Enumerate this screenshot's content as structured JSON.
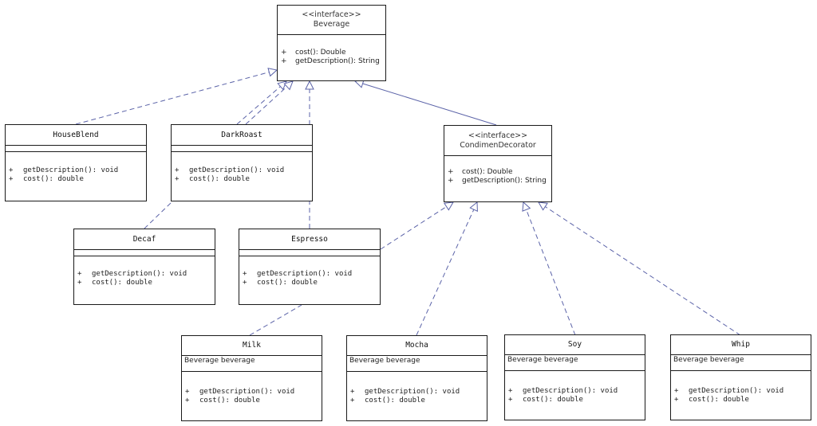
{
  "beverage": {
    "stereotype": "<<interface>>",
    "name": "Beverage",
    "ops": [
      {
        "vis": "+",
        "sig": "cost(): Double"
      },
      {
        "vis": "+",
        "sig": "getDescription(): String"
      }
    ]
  },
  "condimentDecorator": {
    "stereotype": "<<interface>>",
    "name": "CondimenDecorator",
    "ops": [
      {
        "vis": "+",
        "sig": "cost(): Double"
      },
      {
        "vis": "+",
        "sig": "getDescription(): String"
      }
    ]
  },
  "houseBlend": {
    "name": "HouseBlend",
    "ops": [
      {
        "vis": "+",
        "sig": "getDescription(): void"
      },
      {
        "vis": "+",
        "sig": "cost(): double"
      }
    ]
  },
  "darkRoast": {
    "name": "DarkRoast",
    "ops": [
      {
        "vis": "+",
        "sig": "getDescription(): void"
      },
      {
        "vis": "+",
        "sig": "cost(): double"
      }
    ]
  },
  "decaf": {
    "name": "Decaf",
    "ops": [
      {
        "vis": "+",
        "sig": "getDescription(): void"
      },
      {
        "vis": "+",
        "sig": "cost(): double"
      }
    ]
  },
  "espresso": {
    "name": "Espresso",
    "ops": [
      {
        "vis": "+",
        "sig": "getDescription(): void"
      },
      {
        "vis": "+",
        "sig": "cost(): double"
      }
    ]
  },
  "milk": {
    "name": "Milk",
    "attr": "Beverage beverage",
    "ops": [
      {
        "vis": "+",
        "sig": "getDescription(): void"
      },
      {
        "vis": "+",
        "sig": "cost(): double"
      }
    ]
  },
  "mocha": {
    "name": "Mocha",
    "attr": "Beverage beverage",
    "ops": [
      {
        "vis": "+",
        "sig": "getDescription(): void"
      },
      {
        "vis": "+",
        "sig": "cost(): double"
      }
    ]
  },
  "soy": {
    "name": "Soy",
    "attr": "Beverage beverage",
    "ops": [
      {
        "vis": "+",
        "sig": "getDescription(): void"
      },
      {
        "vis": "+",
        "sig": "cost(): double"
      }
    ]
  },
  "whip": {
    "name": "Whip",
    "attr": "Beverage beverage",
    "ops": [
      {
        "vis": "+",
        "sig": "getDescription(): void"
      },
      {
        "vis": "+",
        "sig": "cost(): double"
      }
    ]
  },
  "colors": {
    "connector": "#5b63a8",
    "border": "#1a1a1a"
  }
}
